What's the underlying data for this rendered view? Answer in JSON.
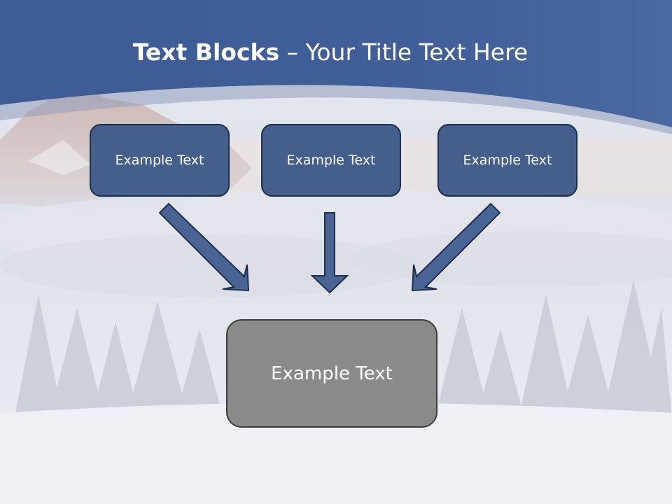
{
  "title": {
    "bold": "Text Blocks",
    "separator": " – ",
    "rest": "Your Title Text Here"
  },
  "boxes": [
    {
      "label": "Example Text"
    },
    {
      "label": "Example Text"
    },
    {
      "label": "Example Text"
    }
  ],
  "center_box": {
    "label": "Example Text"
  },
  "colors": {
    "header": "#41609a",
    "box_fill": "#455f8c",
    "box_border": "#1c2f4d",
    "arrow_fill": "#4a6496",
    "center_fill": "#8a8a8a"
  }
}
